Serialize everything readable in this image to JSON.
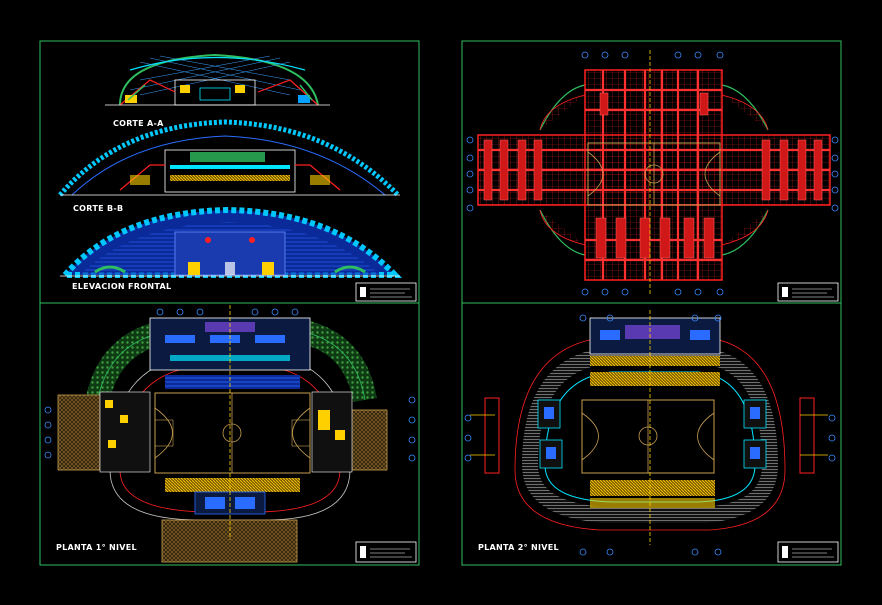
{
  "labels": {
    "corte_aa": "CORTE A-A",
    "corte_bb": "CORTE B-B",
    "elevacion": "ELEVACION FRONTAL",
    "planta1": "PLANTA 1° NIVEL",
    "planta2": "PLANTA 2° NIVEL"
  },
  "colors": {
    "background": "#000000",
    "frame": "#2fbf5f",
    "structure": "#ff2020",
    "court": "#c8a050",
    "blue": "#2a6cff",
    "cyan": "#00e5ff",
    "green": "#2fbf5f",
    "yellow": "#ffd000"
  }
}
